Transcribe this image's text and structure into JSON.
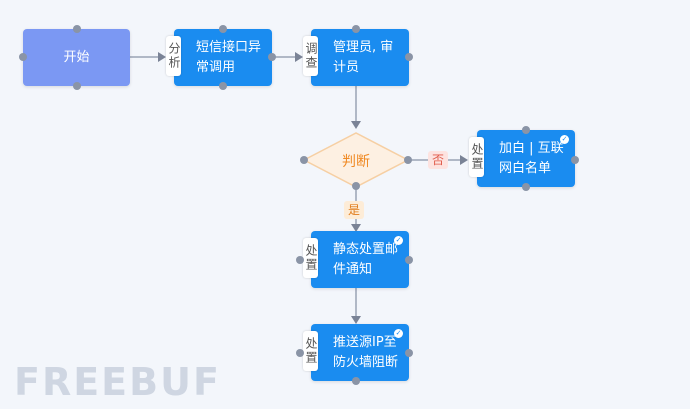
{
  "nodes": {
    "start": {
      "label": "开始"
    },
    "sms": {
      "tag": "分析",
      "label": "短信接口异常调用"
    },
    "admin": {
      "tag": "调查",
      "label": "管理员, 审计员"
    },
    "judge": {
      "label": "判断"
    },
    "whitelist": {
      "tag": "处置",
      "label": "加白 | 互联网白名单"
    },
    "email": {
      "tag": "处置",
      "label": "静态处置邮件通知"
    },
    "block": {
      "tag": "处置",
      "label": "推送源IP至防火墙阻断"
    }
  },
  "edges": {
    "no_label": "否",
    "yes_label": "是"
  },
  "watermark": "FREEBUF",
  "colors": {
    "start": "#7b98f3",
    "action": "#1a8cf0",
    "diamond_fill": "#fdf0e2",
    "diamond_stroke": "#f6cfa3",
    "edge": "#8a94a6"
  }
}
